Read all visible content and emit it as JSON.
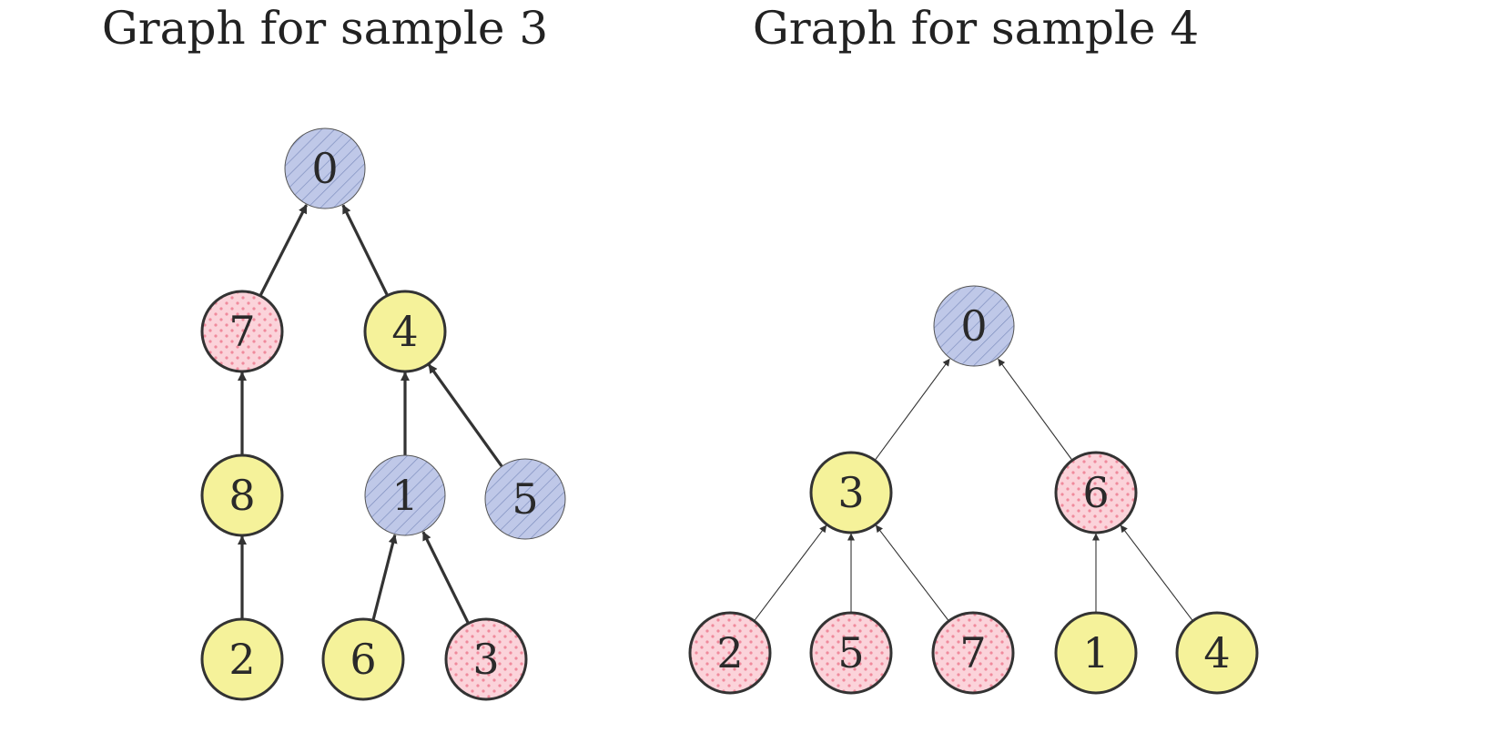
{
  "palette": {
    "yellow": "#f5f29a",
    "pink": "#fbd3da",
    "pink_dot": "#f08a9c",
    "blue": "#bfc8e8",
    "blue_hatch": "#7f8fbf",
    "stroke": "#333333"
  },
  "graphs": [
    {
      "title": "Graph for sample 3",
      "nodes": [
        {
          "id": "0",
          "label": "0",
          "style": "blue"
        },
        {
          "id": "7",
          "label": "7",
          "style": "pink"
        },
        {
          "id": "4",
          "label": "4",
          "style": "yellow"
        },
        {
          "id": "8",
          "label": "8",
          "style": "yellow"
        },
        {
          "id": "1",
          "label": "1",
          "style": "blue"
        },
        {
          "id": "5",
          "label": "5",
          "style": "blue"
        },
        {
          "id": "2",
          "label": "2",
          "style": "yellow"
        },
        {
          "id": "6",
          "label": "6",
          "style": "yellow"
        },
        {
          "id": "3",
          "label": "3",
          "style": "pink"
        }
      ],
      "edges": [
        {
          "from": "7",
          "to": "0"
        },
        {
          "from": "4",
          "to": "0"
        },
        {
          "from": "8",
          "to": "7"
        },
        {
          "from": "1",
          "to": "4"
        },
        {
          "from": "5",
          "to": "4"
        },
        {
          "from": "2",
          "to": "8"
        },
        {
          "from": "6",
          "to": "1"
        },
        {
          "from": "3",
          "to": "1"
        }
      ]
    },
    {
      "title": "Graph for sample 4",
      "nodes": [
        {
          "id": "0",
          "label": "0",
          "style": "blue"
        },
        {
          "id": "3",
          "label": "3",
          "style": "yellow"
        },
        {
          "id": "6",
          "label": "6",
          "style": "pink"
        },
        {
          "id": "2",
          "label": "2",
          "style": "pink"
        },
        {
          "id": "5",
          "label": "5",
          "style": "pink"
        },
        {
          "id": "7",
          "label": "7",
          "style": "pink"
        },
        {
          "id": "1",
          "label": "1",
          "style": "yellow"
        },
        {
          "id": "4",
          "label": "4",
          "style": "yellow"
        }
      ],
      "edges": [
        {
          "from": "3",
          "to": "0"
        },
        {
          "from": "6",
          "to": "0"
        },
        {
          "from": "2",
          "to": "3"
        },
        {
          "from": "5",
          "to": "3"
        },
        {
          "from": "7",
          "to": "3"
        },
        {
          "from": "1",
          "to": "6"
        },
        {
          "from": "4",
          "to": "6"
        }
      ]
    }
  ]
}
